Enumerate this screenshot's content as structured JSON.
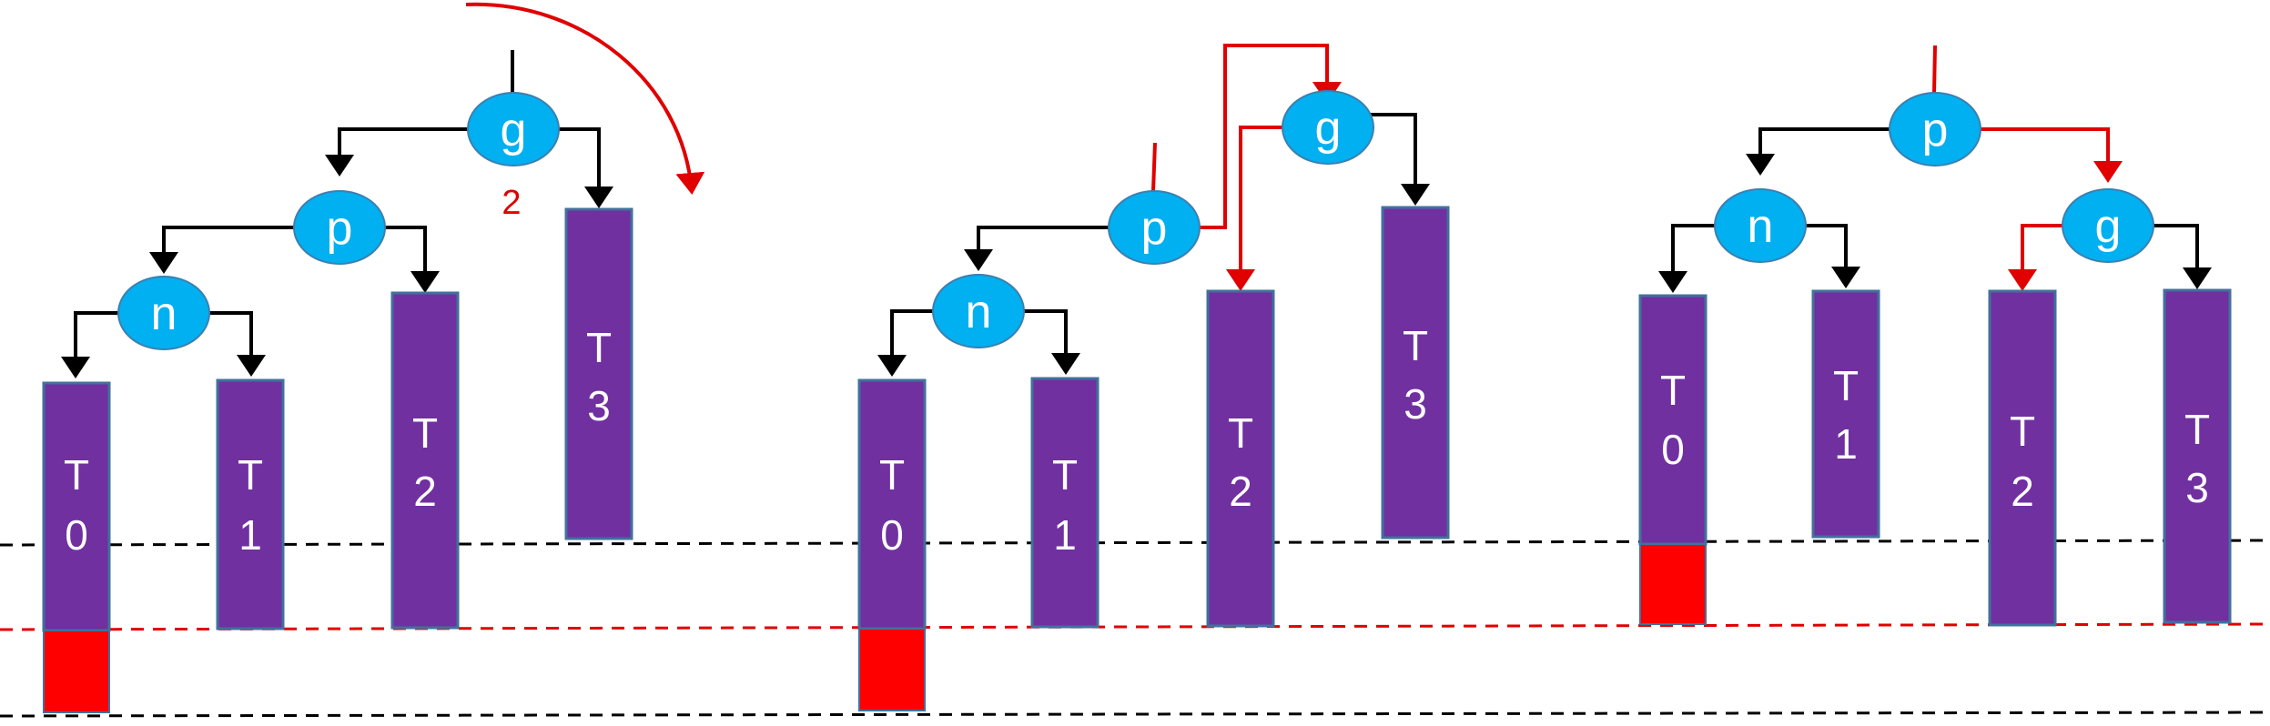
{
  "colors": {
    "node_fill": "#00b0f0",
    "subtree_fill": "#7030a0",
    "overflow_fill": "#ff0000",
    "red_line": "#e00000",
    "black_line": "#000000"
  },
  "panels": [
    {
      "id": "before",
      "nodes": {
        "g": "g",
        "p": "p",
        "n": "n"
      },
      "balance_label": "2",
      "subtrees": {
        "t0": [
          "T",
          "0"
        ],
        "t1": [
          "T",
          "1"
        ],
        "t2": [
          "T",
          "2"
        ],
        "t3": [
          "T",
          "3"
        ]
      }
    },
    {
      "id": "during",
      "nodes": {
        "g": "g",
        "p": "p",
        "n": "n"
      },
      "subtrees": {
        "t0": [
          "T",
          "0"
        ],
        "t1": [
          "T",
          "1"
        ],
        "t2": [
          "T",
          "2"
        ],
        "t3": [
          "T",
          "3"
        ]
      }
    },
    {
      "id": "after",
      "nodes": {
        "p": "p",
        "n": "n",
        "g": "g"
      },
      "subtrees": {
        "t0": [
          "T",
          "0"
        ],
        "t1": [
          "T",
          "1"
        ],
        "t2": [
          "T",
          "2"
        ],
        "t3": [
          "T",
          "3"
        ]
      }
    }
  ]
}
